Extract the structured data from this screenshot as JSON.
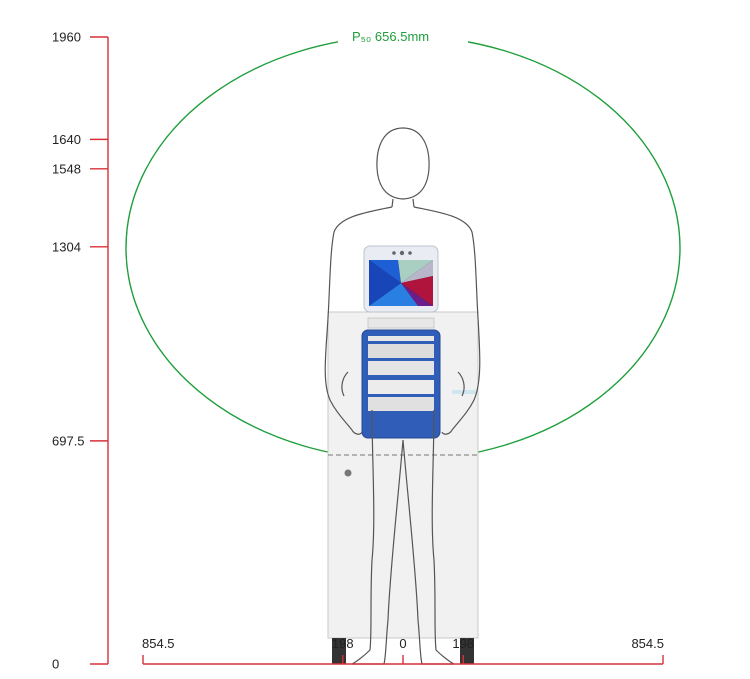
{
  "diagram": {
    "envelope_label": "P₅₀ 656.5mm",
    "vertical_axis": {
      "ticks": [
        {
          "label": "1960",
          "value": 1960
        },
        {
          "label": "1640",
          "value": 1640
        },
        {
          "label": "1548",
          "value": 1548
        },
        {
          "label": "1304",
          "value": 1304
        },
        {
          "label": "697.5",
          "value": 697.5
        },
        {
          "label": "0",
          "value": 0
        }
      ]
    },
    "horizontal_axis": {
      "labels": [
        {
          "label": "854.5",
          "value": -854.5
        },
        {
          "label": "198",
          "value": -198
        },
        {
          "label": "0",
          "value": 0
        },
        {
          "label": "198",
          "value": 198
        },
        {
          "label": "854.5",
          "value": 854.5
        }
      ]
    },
    "colors": {
      "axis": "#d9303a",
      "envelope": "#1f9e3b",
      "machine_panel": "#2f5db8",
      "outline": "#555555"
    }
  }
}
